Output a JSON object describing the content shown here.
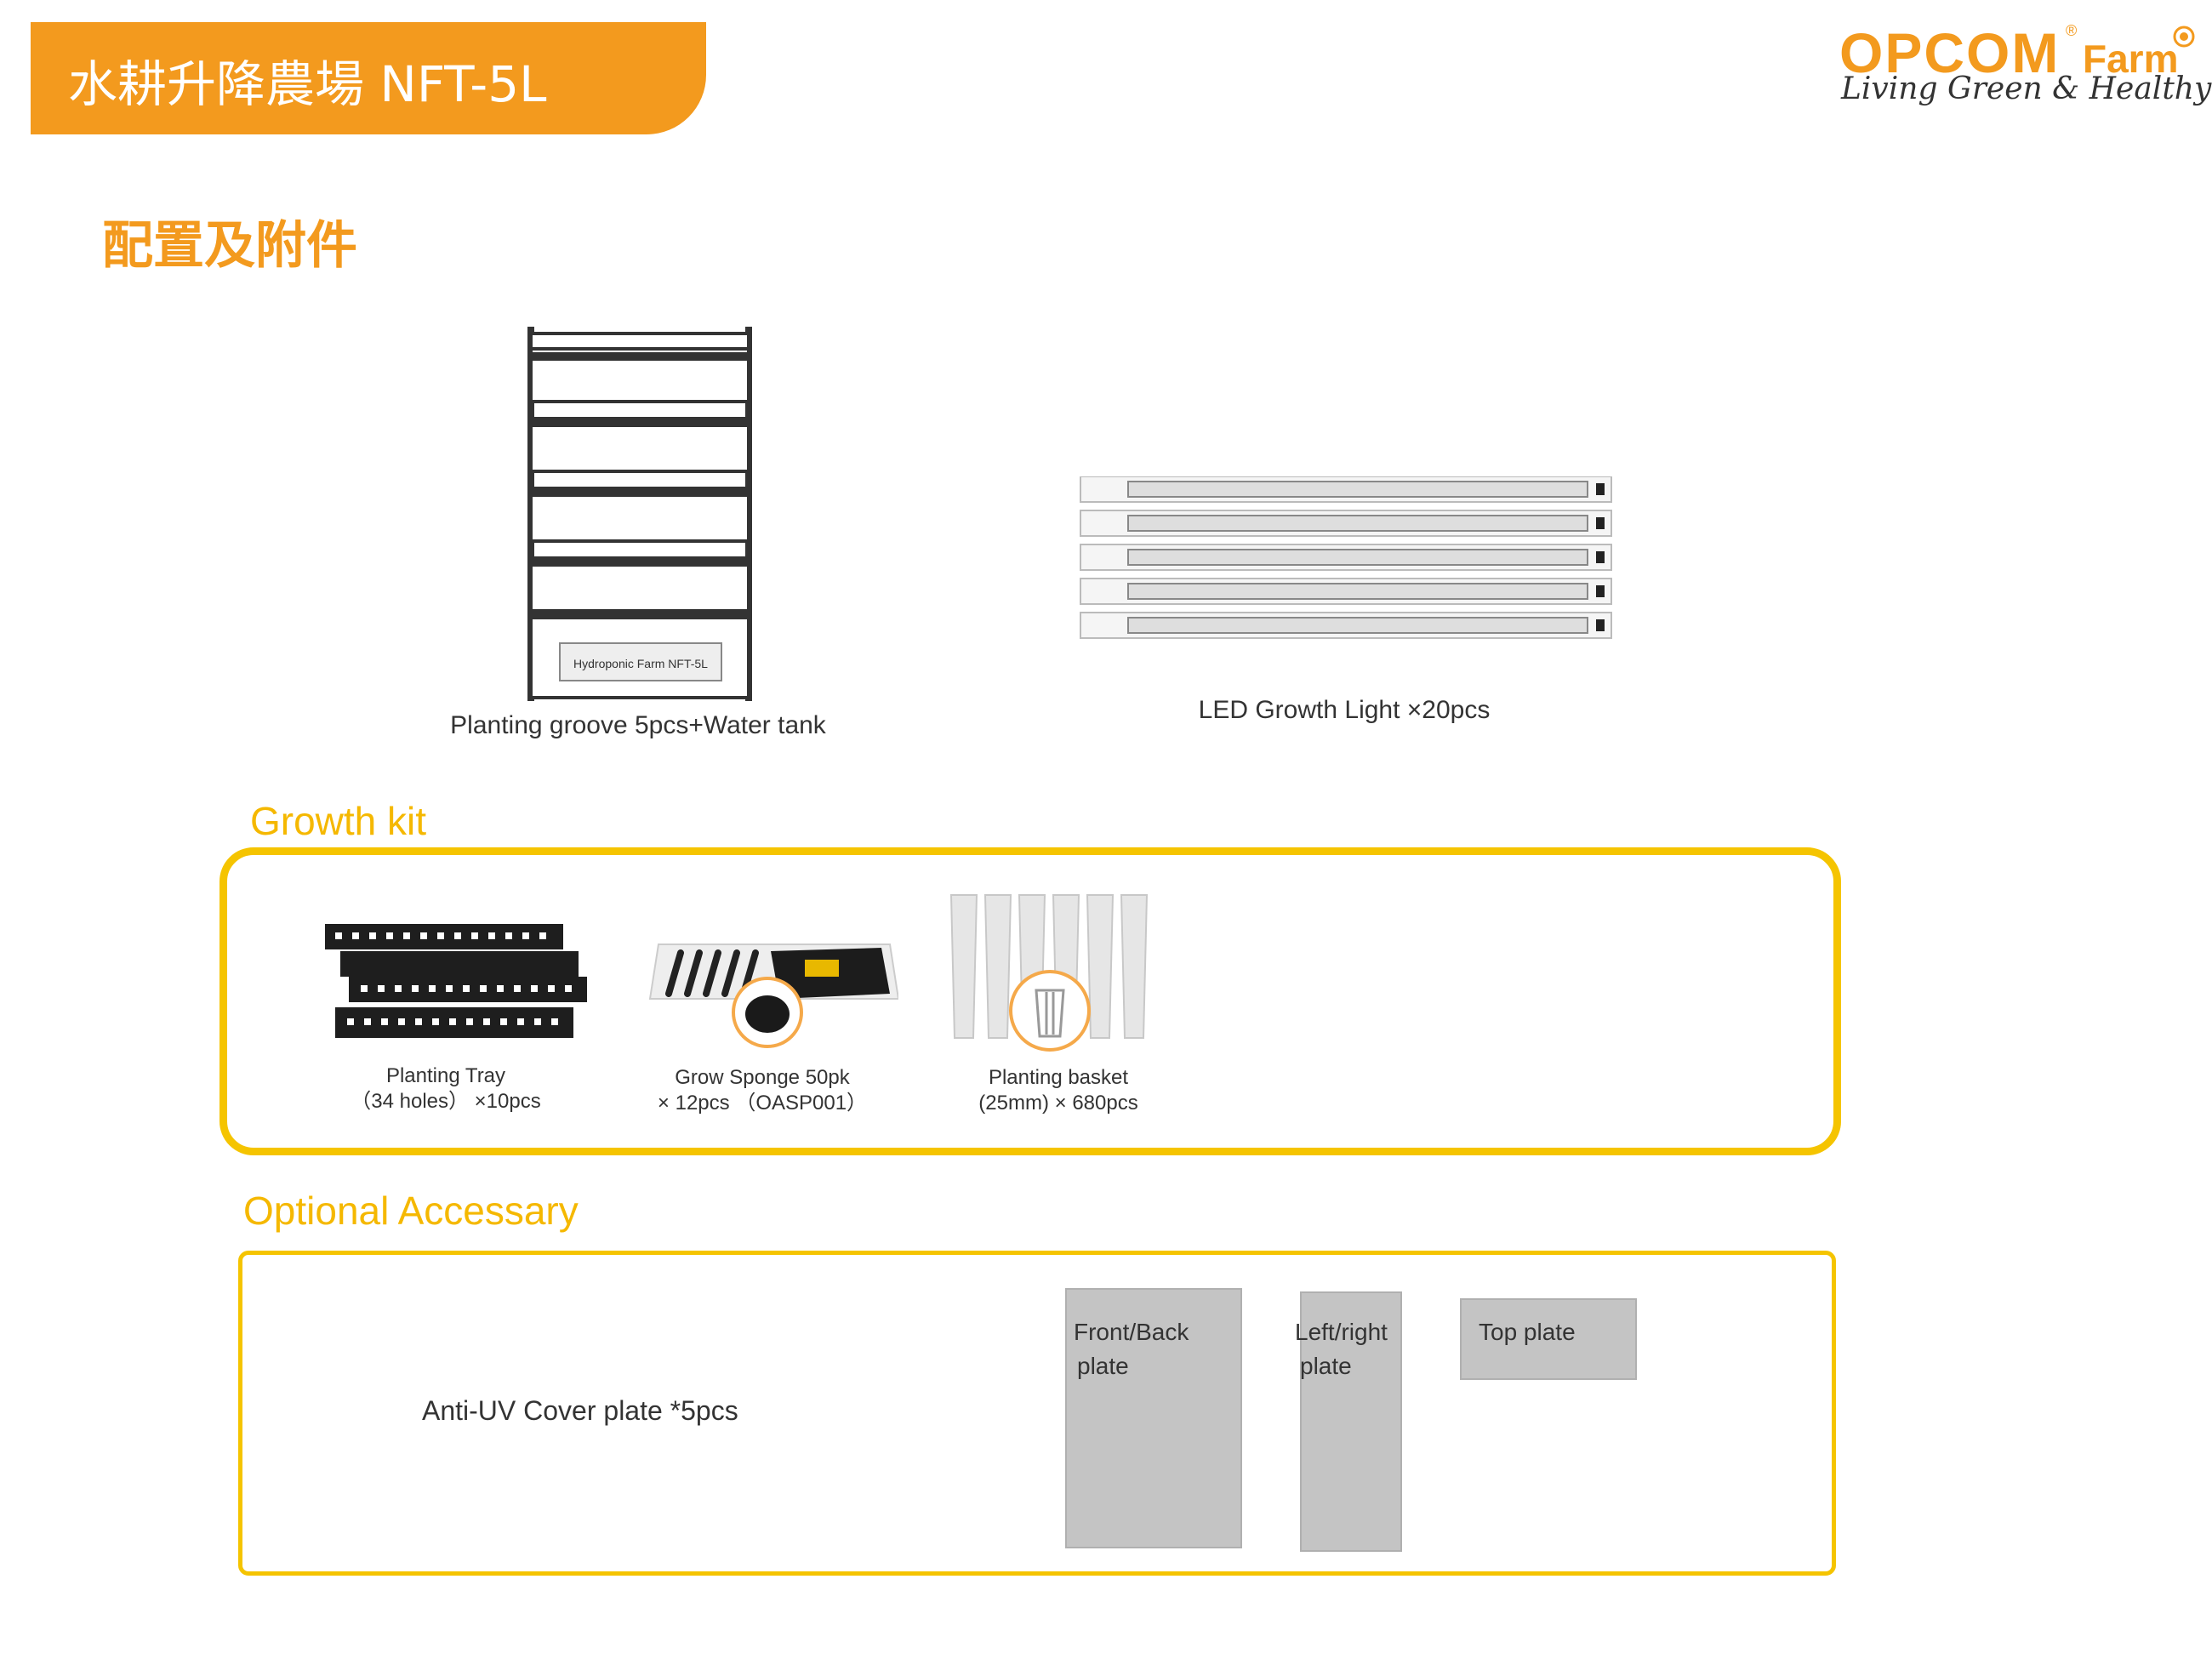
{
  "header": {
    "title": "水耕升降農場 NFT-5L",
    "logo_brand": "OPCOM",
    "logo_registered": "®",
    "logo_farm": "Farm",
    "logo_slogan": "Living Green & Healthy",
    "icons": [
      "leaf-icon"
    ]
  },
  "section_title": "配置及附件",
  "main_items": [
    {
      "caption": "Planting groove 5pcs+Water tank",
      "tank_label": "Hydroponic Farm NFT-5L"
    },
    {
      "caption": "LED Growth Light ×20pcs"
    }
  ],
  "growth_kit": {
    "heading": "Growth kit",
    "items": [
      {
        "line1": "Planting Tray",
        "line2": "（34 holes） ×10pcs"
      },
      {
        "line1": "Grow Sponge 50pk",
        "line2": "× 12pcs （OASP001）"
      },
      {
        "line1": "Planting basket",
        "line2": "(25mm) × 680pcs"
      }
    ]
  },
  "optional": {
    "heading": "Optional Accessary",
    "label": "Anti-UV Cover plate *5pcs",
    "plates": [
      {
        "line1": "Front/Back",
        "line2": "plate"
      },
      {
        "line1": "Left/right",
        "line2": "plate"
      },
      {
        "line1": "Top plate",
        "line2": ""
      }
    ]
  },
  "colors": {
    "orange": "#f39a1e",
    "yellow": "#f5c400",
    "text": "#333333",
    "plate": "#c4c4c4"
  }
}
